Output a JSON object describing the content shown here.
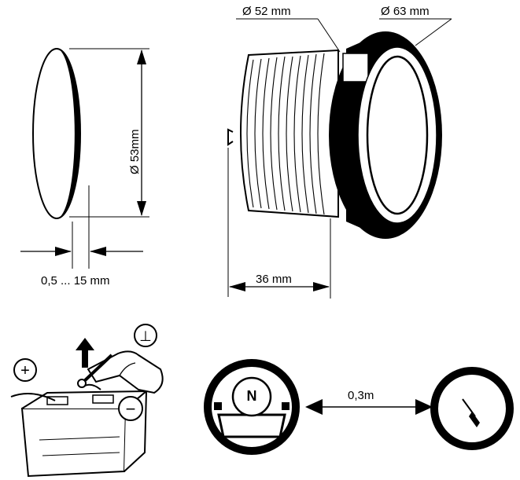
{
  "labels": {
    "dia_52": "Ø 52 mm",
    "dia_63": "Ø 63 mm",
    "dia_53": "Ø 53mm",
    "thickness": "0,5 ... 15 mm",
    "length": "36 mm",
    "distance": "0,3m",
    "plus": "+",
    "minus": "−",
    "ground": "⊥",
    "compass_n": "N"
  },
  "icons": [
    "gasket-ring-icon",
    "gauge-housing-icon",
    "battery-icon",
    "disconnect-arrow-icon",
    "ground-symbol-icon",
    "compass-icon",
    "gauge-icon"
  ]
}
